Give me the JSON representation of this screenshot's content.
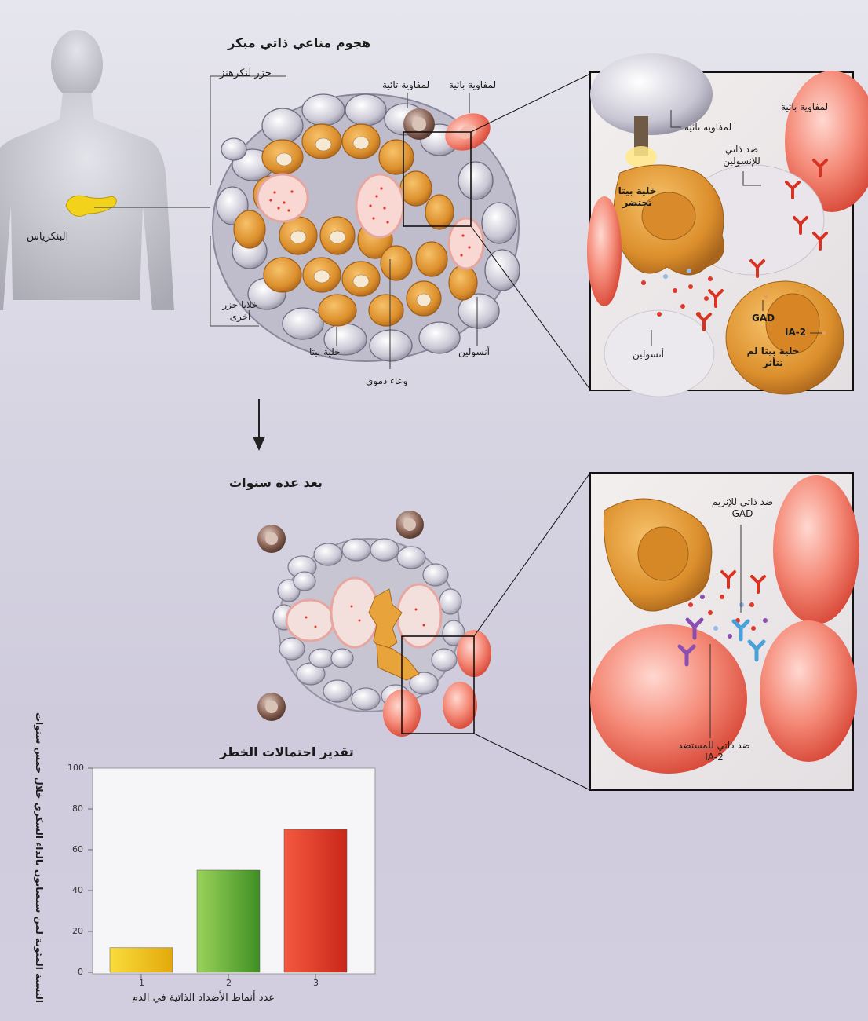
{
  "section1": {
    "title": "هجوم مناعي ذاتي مبكر",
    "pancreas": "البنكرياس",
    "islet": "جزر لنكرهنز",
    "helper_t": "لمفاوية تائية",
    "b_cell": "لمفاوية بائية",
    "other_islet_cells": "خلايا جزر أخرى",
    "beta_cell": "خلية بيتا",
    "blood_vessel": "وعاء دموي",
    "insulin": "أنسولين"
  },
  "zoom1": {
    "t_cell": "لمفاوية تائية",
    "b_cell": "لمفاوية بائية",
    "anti_insulin": "ضد ذاتي للإنسولين",
    "dying_beta": "خلية بيتا تحتضر",
    "gad": "GAD",
    "ia2": "IA-2",
    "insulin": "أنسولين",
    "intact_beta": "خلية بيتا لم تتأثر"
  },
  "section2": {
    "title": "بعد عدة سنوات"
  },
  "zoom2": {
    "anti_gad": "ضد ذاتي للإنزيم GAD",
    "anti_ia2": "ضد ذاتي للمستضد IA-2"
  },
  "colors": {
    "bar1": "#f2c214",
    "bar2": "#6bb13a",
    "bar3": "#e53a2b"
  },
  "chart_data": {
    "type": "bar",
    "title": "تقدير احتمالات الخطر",
    "xlabel": "عدد أنماط الأضداد الذاتية في الدم",
    "ylabel": "النسبة المئوية لمن سيصابون بالداء السكري خلال خمس سنوات",
    "categories": [
      "1",
      "2",
      "3"
    ],
    "values": [
      12,
      50,
      70
    ],
    "ylim": [
      0,
      100
    ],
    "yticks": [
      "0",
      "20",
      "40",
      "60",
      "80",
      "100"
    ],
    "grid": false
  }
}
